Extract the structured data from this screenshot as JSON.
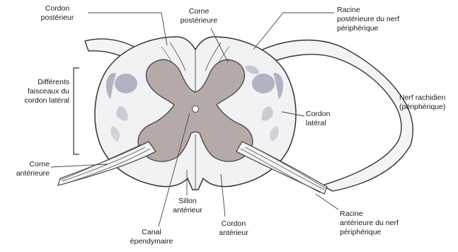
{
  "labels": {
    "cordon_posterieur": [
      "Cordon",
      "postérieur"
    ],
    "corne_posterieure": [
      "Corne",
      "postérieure"
    ],
    "racine_posterieure": [
      "Racine",
      "postérieure du nerf",
      "périphérique"
    ],
    "differents_faisceaux": [
      "Différents",
      "faisceaux du",
      "cordon latéral"
    ],
    "nerf_rachidien": [
      "Nerf rachidien",
      "(périphérique)"
    ],
    "cordon_lateral": [
      "Cordon",
      "latéral"
    ],
    "corne_anterieure": [
      "Corne",
      "antérieure"
    ],
    "sillon_anterieur": [
      "Sillon",
      "antérieur"
    ],
    "canal_ependymaire": [
      "Canal",
      "épendymaire"
    ],
    "cordon_anterieur": [
      "Cordon",
      "antérieur"
    ],
    "racine_anterieure": [
      "Racine",
      "antérieure du nerf",
      "périphérique"
    ]
  },
  "colors": {
    "white_matter": "#f2f2f4",
    "grey_matter": "#b6aaa8",
    "tract_shade": "#9a9fb0",
    "outline": "#333333"
  }
}
